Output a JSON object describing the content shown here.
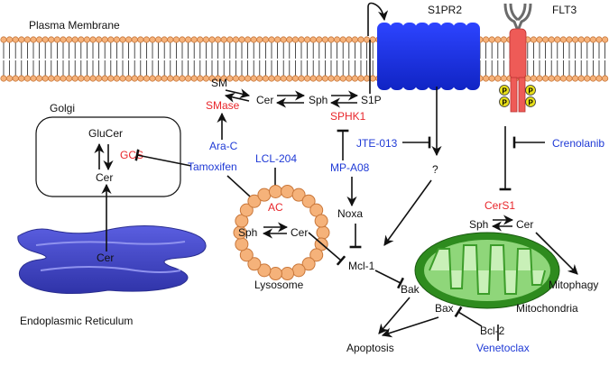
{
  "labels": {
    "plasma_membrane": "Plasma Membrane",
    "s1pr2": "S1PR2",
    "flt3": "FLT3",
    "golgi": "Golgi",
    "glucer": "GluCer",
    "gcs": "GCS",
    "golgi_cer": "Cer",
    "er_cer": "Cer",
    "er": "Endoplasmic Reticulum",
    "sm": "SM",
    "cer_top": "Cer",
    "sph_top": "Sph",
    "s1p": "S1P",
    "smase": "SMase",
    "sphk1": "SPHK1",
    "ara_c": "Ara-C",
    "tamoxifen": "Tamoxifen",
    "lcl204": "LCL-204",
    "ac": "AC",
    "lys_sph": "Sph",
    "lys_cer": "Cer",
    "lysosome": "Lysosome",
    "jte013": "JTE-013",
    "question": "?",
    "mp_a08": "MP-A08",
    "noxa": "Noxa",
    "mcl1": "Mcl-1",
    "bak": "Bak",
    "bax": "Bax",
    "apoptosis": "Apoptosis",
    "bcl2": "Bcl-2",
    "venetoclax": "Venetoclax",
    "crenolanib": "Crenolanib",
    "cers1": "CerS1",
    "mito_sph": "Sph",
    "mito_cer": "Cer",
    "mitophagy": "Mitophagy",
    "mitochondria": "Mitochondria",
    "p": "P"
  },
  "colors": {
    "inhibitor": "#1f3ad6",
    "enzyme": "#e8262b",
    "receptor_s1pr2": "#1a2fd6",
    "receptor_flt3": "#ee5b57",
    "mitochondria": "#2e8b1e",
    "lysosome": "#e3873b",
    "er": "#4b4fd1"
  }
}
